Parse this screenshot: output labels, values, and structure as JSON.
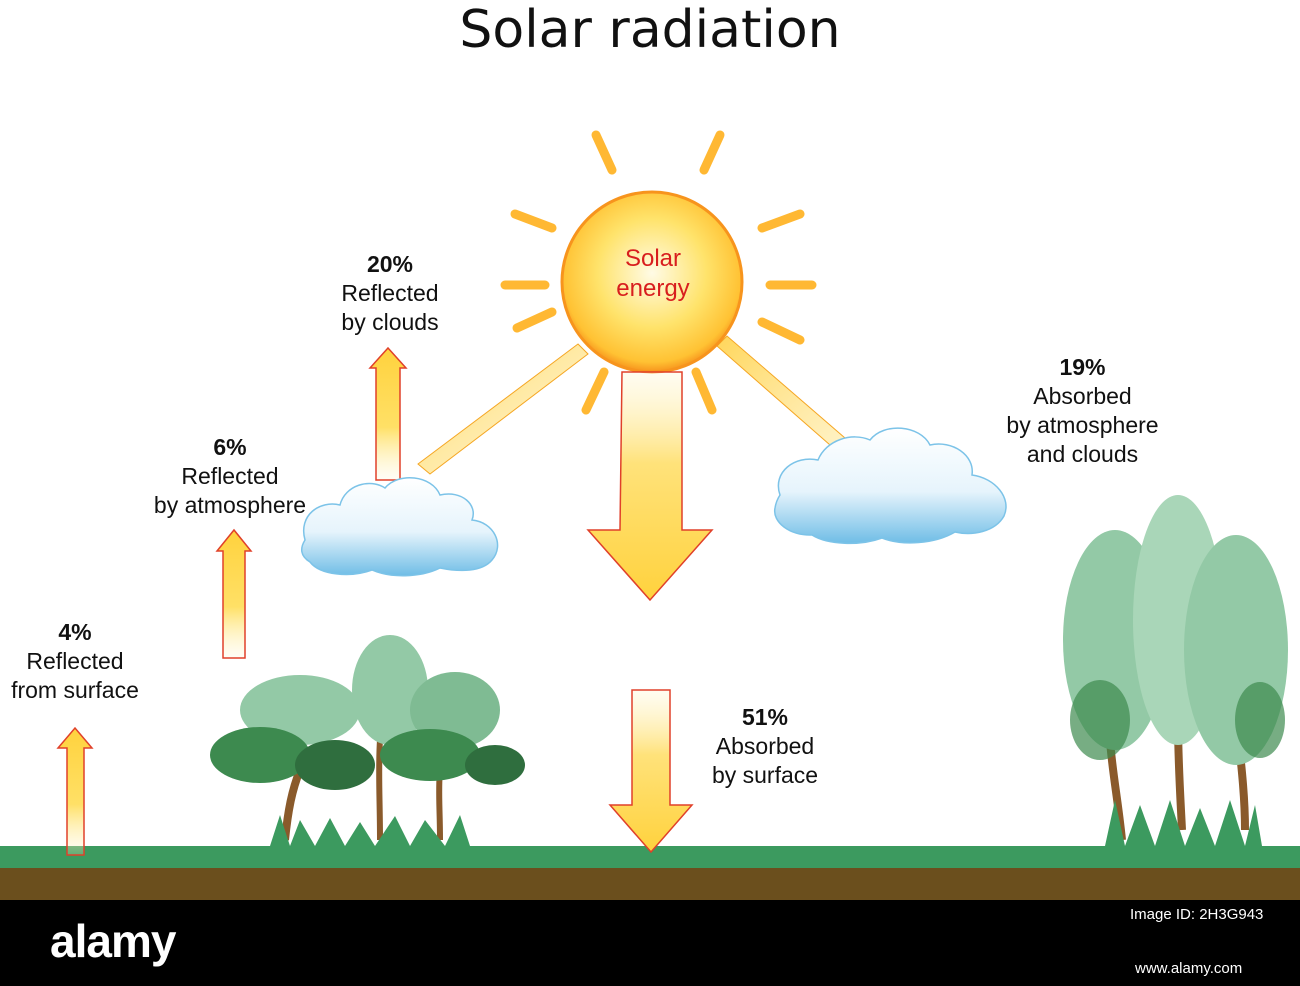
{
  "title": "Solar radiation",
  "sun": {
    "line1": "Solar",
    "line2": "energy"
  },
  "labels": {
    "clouds": {
      "pct": "20%",
      "line1": "Reflected",
      "line2": "by clouds"
    },
    "atmosphere": {
      "pct": "6%",
      "line1": "Reflected",
      "line2": "by atmosphere"
    },
    "surface_reflect": {
      "pct": "4%",
      "line1": "Reflected",
      "line2": "from surface"
    },
    "absorbed_atm": {
      "pct": "19%",
      "line1": "Absorbed",
      "line2": "by atmosphere",
      "line3": "and clouds"
    },
    "absorbed_surface": {
      "pct": "51%",
      "line1": "Absorbed",
      "line2": "by surface"
    }
  },
  "footer": {
    "logo": "alamy",
    "image_id": "Image ID: 2H3G943",
    "site": "www.alamy.com"
  },
  "colors": {
    "sun_outer": "#f7941d",
    "sun_inner": "#ffd54f",
    "arrow_fill": "#ffe066",
    "arrow_stroke": "#e0402a",
    "ground_grass": "#3c9a5f",
    "ground_soil": "#6b4f1d",
    "cloud": "#bfe3f7",
    "tree_light": "#93c9a6",
    "tree_dark": "#3d8a4f",
    "trunk": "#8a5a2b"
  }
}
